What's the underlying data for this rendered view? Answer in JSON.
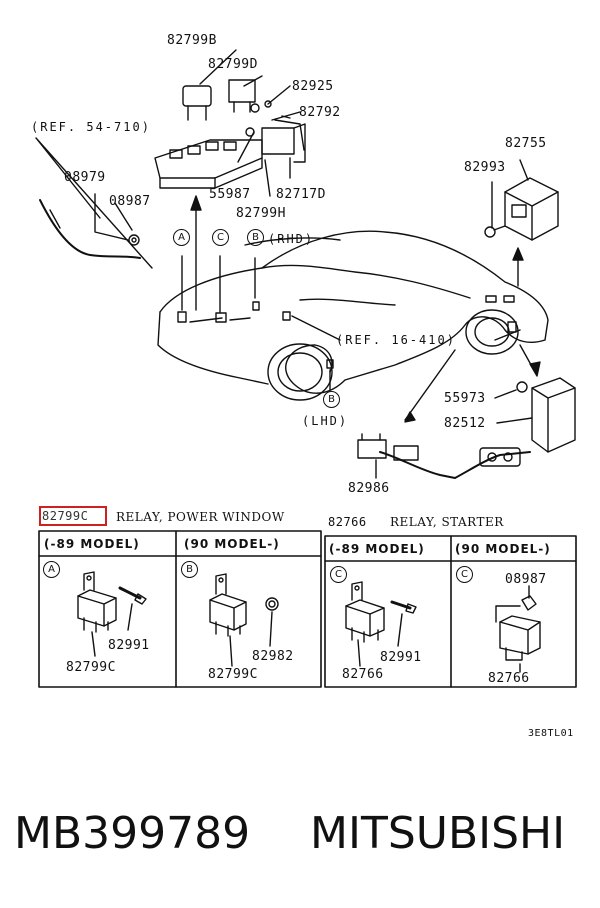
{
  "callouts": {
    "p82799B": "82799B",
    "p82799D": "82799D",
    "p82925": "82925",
    "p82792": "82792",
    "ref54": "(REF. 54-710)",
    "p55987": "55987",
    "p82717D": "82717D",
    "p82799H": "82799H",
    "p08979": "08979",
    "p08987": "08987",
    "p82755": "82755",
    "p82993": "82993",
    "ref16": "(REF. 16-410)",
    "p55973": "55973",
    "p82512": "82512",
    "p82986": "82986"
  },
  "markers": {
    "A": "A",
    "C": "C",
    "B": "B",
    "rhd": "(RHD)",
    "lhd": "(LHD)"
  },
  "legend": {
    "power_window_code": "82799C",
    "power_window_desc": "RELAY, POWER WINDOW",
    "starter_code": "82766",
    "starter_desc": "RELAY, STARTER"
  },
  "cells": [
    {
      "title": "(-89 MODEL)",
      "marker": "A",
      "part_a": "82991",
      "part_b": "82799C"
    },
    {
      "title": "(90 MODEL-)",
      "marker": "B",
      "part_a": "82982",
      "part_b": "82799C"
    },
    {
      "title": "(-89 MODEL)",
      "marker": "C",
      "part_a": "82991",
      "part_b": "82766"
    },
    {
      "title": "(90 MODEL-)",
      "marker": "C",
      "part_a": "08987",
      "part_b": "82766"
    }
  ],
  "diagram_code": "3E8TL01",
  "footer": {
    "part_number": "MB399789",
    "brand": "MITSUBISHI"
  },
  "colors": {
    "highlight_box": "#cc2222",
    "ink": "#111111"
  }
}
